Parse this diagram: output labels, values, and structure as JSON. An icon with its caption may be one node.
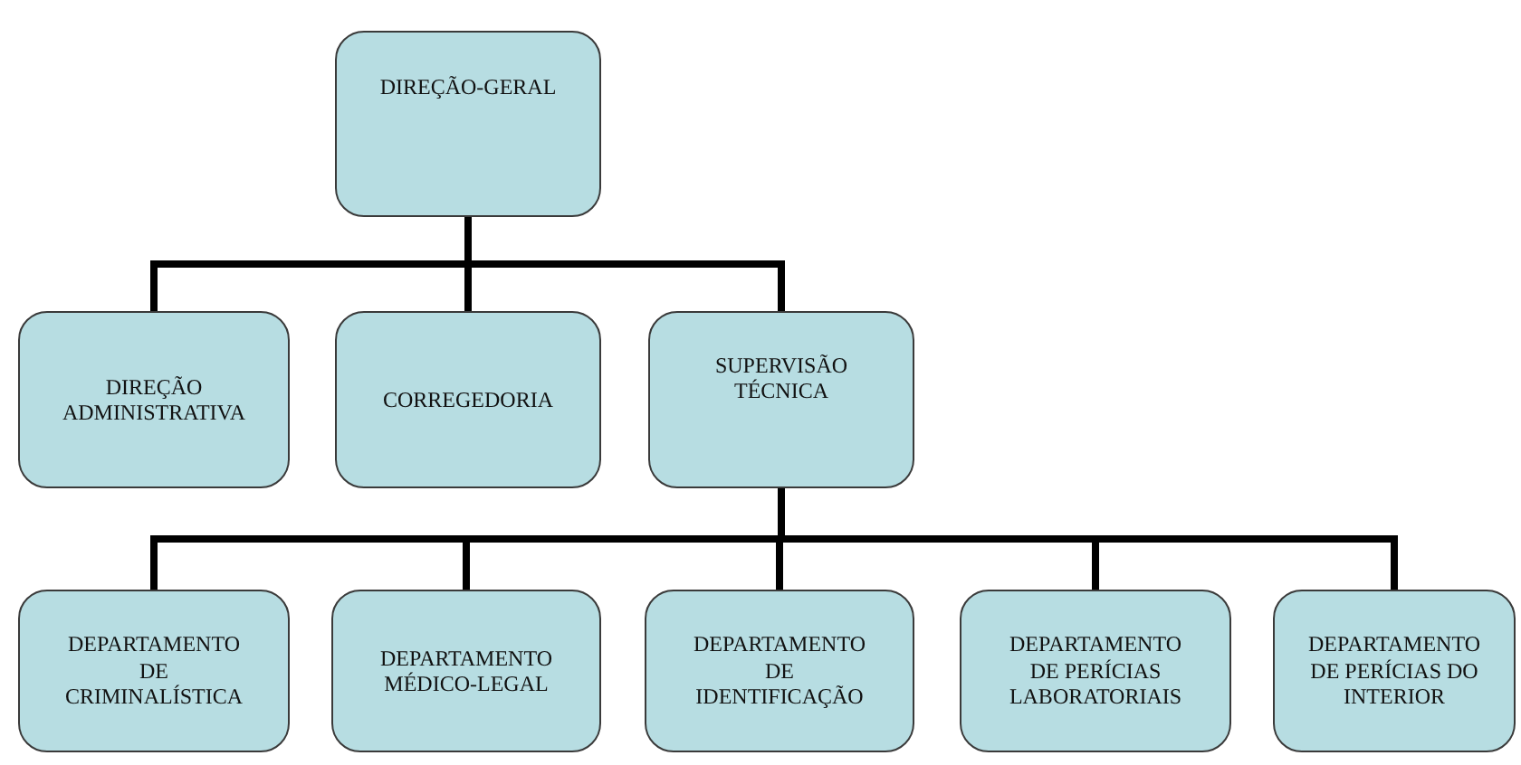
{
  "diagram": {
    "nodes": [
      {
        "text": [
          "DIREÇÃO-GERAL"
        ]
      },
      {
        "text": [
          "DIREÇÃO ADMINISTRATIVA"
        ]
      },
      {
        "text": [
          "CORREGEDORIA"
        ]
      },
      {
        "text": [
          "SUPERVISÃO TÉCNICA"
        ]
      },
      {
        "text": [
          "DEPARTAMENTO DE CRIMINALÍSTICA"
        ]
      },
      {
        "text": [
          "DEPARTAMENTO MÉDICO-LEGAL"
        ]
      },
      {
        "text": [
          "DEPARTAMENTO DE IDENTIFICAÇÃO"
        ]
      },
      {
        "text": [
          "DEPARTAMENTO DE PERÍCIAS LABORATORIAIS"
        ]
      },
      {
        "text": [
          "DEPARTAMENTO DE PERÍCIAS DO INTERIOR"
        ]
      }
    ],
    "edges": [
      {
        "from": 0,
        "to": 1,
        "arrow": "none"
      },
      {
        "from": 0,
        "to": 2,
        "arrow": "none"
      },
      {
        "from": 0,
        "to": 3,
        "arrow": "none"
      },
      {
        "from": 3,
        "to": 4,
        "arrow": "none"
      },
      {
        "from": 3,
        "to": 5,
        "arrow": "none"
      },
      {
        "from": 3,
        "to": 6,
        "arrow": "none"
      },
      {
        "from": 3,
        "to": 7,
        "arrow": "none"
      },
      {
        "from": 3,
        "to": 8,
        "arrow": "none"
      }
    ]
  }
}
